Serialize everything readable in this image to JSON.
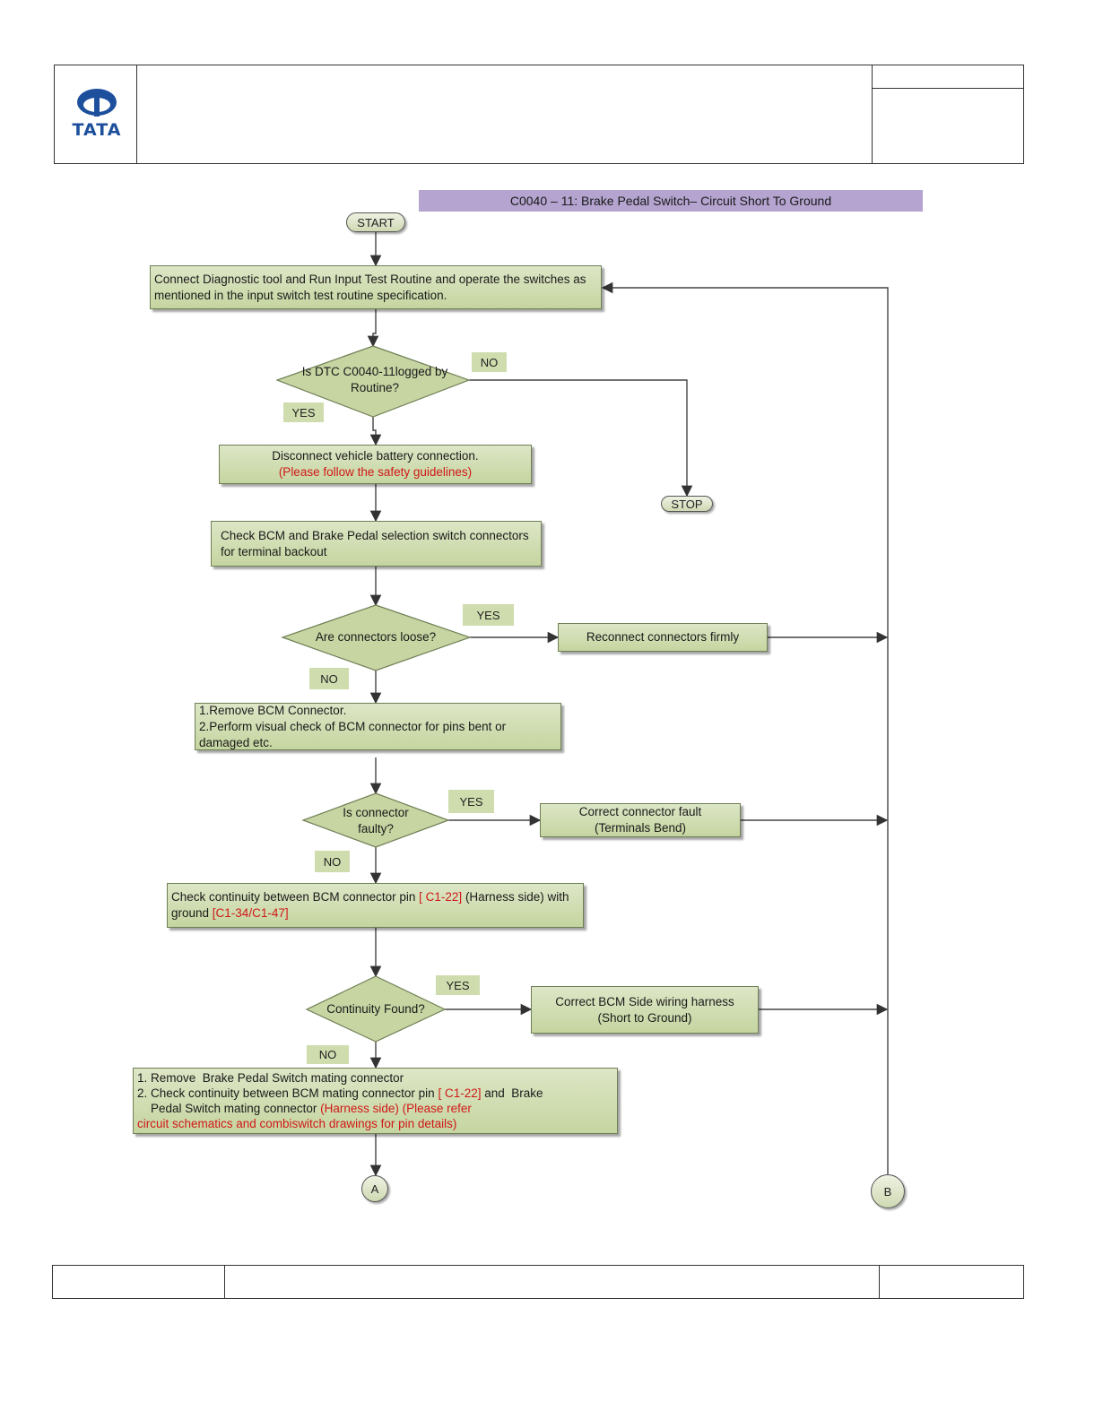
{
  "logo": {
    "text": "TATA",
    "brand_color": "#1d4f9c"
  },
  "title": "C0040 – 11:  Brake Pedal Switch– Circuit Short To Ground",
  "start": "START",
  "stop": "STOP",
  "step1": "Connect Diagnostic tool and Run Input Test Routine and operate the switches as mentioned in the input switch test routine specification.",
  "decision1": {
    "line1": "Is DTC C0040-11logged by",
    "line2": "Routine?",
    "no": "NO",
    "yes": "YES"
  },
  "step2": {
    "line1": "Disconnect vehicle battery connection.",
    "line2": "(Please follow the safety guidelines)"
  },
  "step3": "Check  BCM and Brake Pedal  selection switch connectors for terminal backout",
  "decision2": {
    "text": "Are connectors loose?",
    "yes": "YES",
    "no": "NO"
  },
  "action2": "Reconnect connectors firmly",
  "step4": {
    "line1": "1.Remove BCM Connector.",
    "line2": "2.Perform visual check of BCM connector for pins bent or damaged etc."
  },
  "decision3": {
    "line1": "Is connector",
    "line2": "faulty?",
    "yes": "YES",
    "no": "NO"
  },
  "action3": {
    "line1": "Correct connector fault",
    "line2": "(Terminals Bend)"
  },
  "step5": {
    "p1": "Check continuity between BCM connector pin ",
    "pin": "[ C1-22]",
    "p2": "  (Harness side) with ground ",
    "gnd": "[C1-34/C1-47]"
  },
  "decision4": {
    "text": "Continuity Found?",
    "yes": "YES",
    "no": "NO"
  },
  "action4": {
    "line1": "Correct BCM Side wiring harness",
    "line2": "(Short to Ground)"
  },
  "step6": {
    "line1": "1. Remove  Brake Pedal Switch mating connector",
    "l2a": "2. Check continuity between BCM mating connector pin ",
    "l2pin": "[ C1-22]",
    "l2b": " and  Brake",
    "l3a": "    Pedal Switch mating connector ",
    "l3red": "(Harness side) (Please refer",
    "line4": "circuit schematics and combiswitch drawings for pin details)"
  },
  "connector_a": "A",
  "connector_b": "B"
}
